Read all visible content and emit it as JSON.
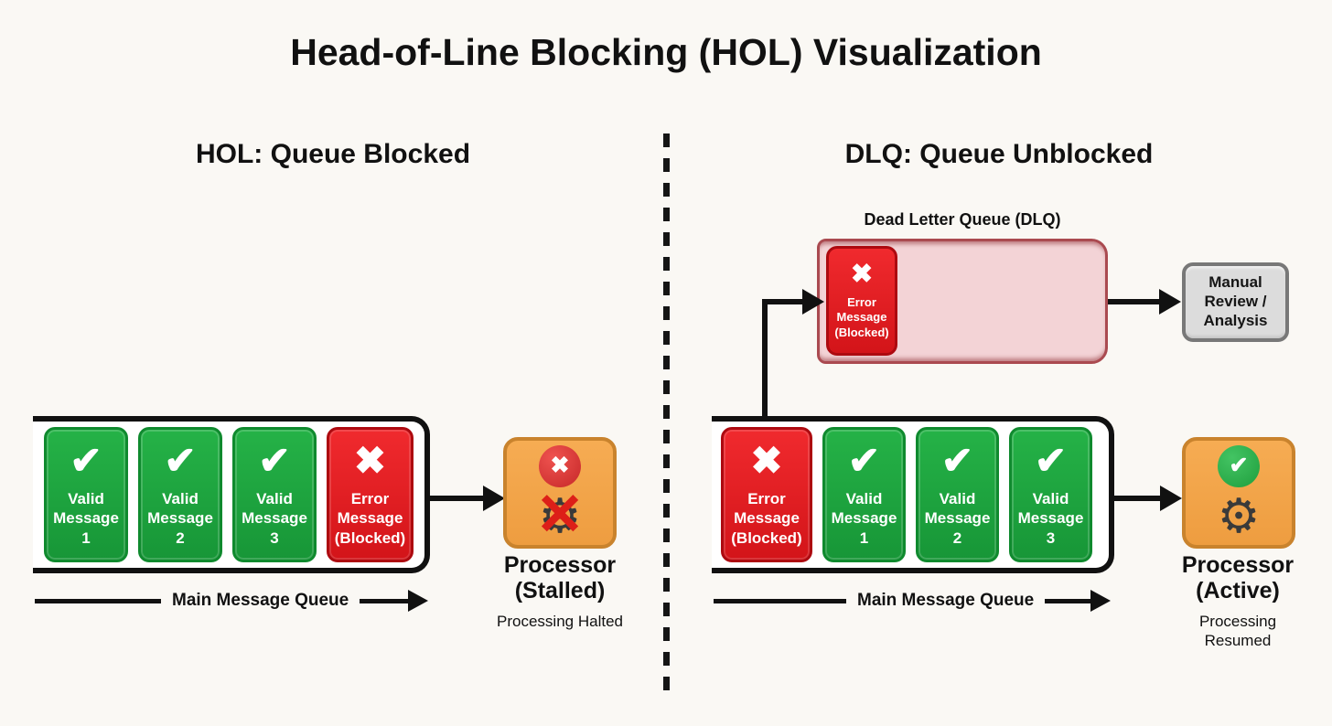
{
  "title": "Head-of-Line Blocking (HOL) Visualization",
  "palette": {
    "valid_green": "#1fa83d",
    "error_red": "#e01e23",
    "processor_orange": "#f2a54a",
    "dlq_pink": "#f3d3d6",
    "dlq_border_red": "#aa4a50",
    "manual_gray": "#dcdcdc",
    "line_black": "#111111",
    "background": "#faf8f4"
  },
  "left": {
    "heading": "HOL: Queue Blocked",
    "queue_label": "Main Message Queue",
    "cards": [
      {
        "icon": "✔",
        "label": "Valid Message 1"
      },
      {
        "icon": "✔",
        "label": "Valid Message 2"
      },
      {
        "icon": "✔",
        "label": "Valid Message 3"
      },
      {
        "icon": "✖",
        "label": "Error Message (Blocked)"
      }
    ],
    "processor": {
      "status_icon": "✖",
      "gear_icon": "⚙",
      "cross_icon": "✕",
      "name_line1": "Processor",
      "name_line2": "(Stalled)",
      "caption": "Processing Halted"
    }
  },
  "right": {
    "heading": "DLQ: Queue Unblocked",
    "queue_label": "Main Message Queue",
    "dlq": {
      "label": "Dead Letter Queue (DLQ)",
      "card": {
        "icon": "✖",
        "label": "Error Message (Blocked)"
      }
    },
    "manual_review": {
      "label": "Manual Review / Analysis"
    },
    "cards": [
      {
        "icon": "✖",
        "label": "Error Message (Blocked)"
      },
      {
        "icon": "✔",
        "label": "Valid Message 1"
      },
      {
        "icon": "✔",
        "label": "Valid Message 2"
      },
      {
        "icon": "✔",
        "label": "Valid Message 3"
      }
    ],
    "processor": {
      "status_icon": "✔",
      "gear_icon": "⚙",
      "name_line1": "Processor",
      "name_line2": "(Active)",
      "caption": "Processing Resumed"
    }
  }
}
